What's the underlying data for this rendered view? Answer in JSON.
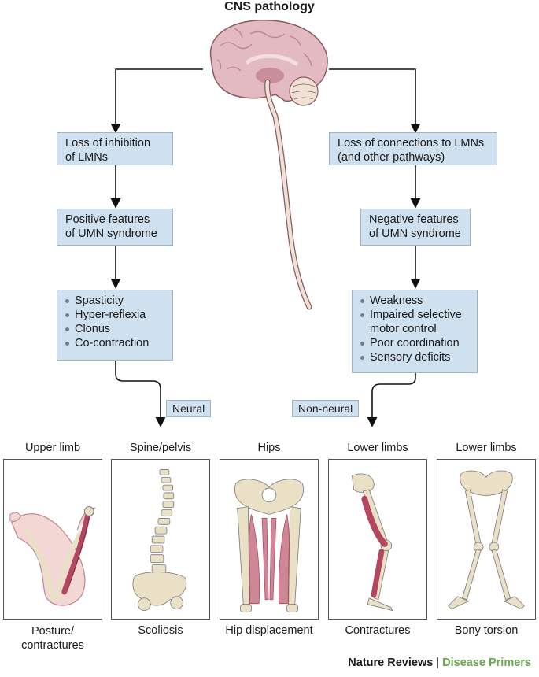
{
  "title": "CNS pathology",
  "boxes": {
    "left_1": [
      "Loss of inhibition",
      "of LMNs"
    ],
    "right_1": [
      "Loss of connections to LMNs",
      "(and other pathways)"
    ],
    "left_2": [
      "Positive features",
      "of UMN syndrome"
    ],
    "right_2": [
      "Negative features",
      "of UMN syndrome"
    ],
    "left_list": [
      "Spasticity",
      "Hyper-reflexia",
      "Clonus",
      "Co-contraction"
    ],
    "right_list": [
      "Weakness",
      "Impaired selective",
      "motor control",
      "Poor coordination",
      "Sensory deficits"
    ]
  },
  "tags": {
    "neural": "Neural",
    "non_neural": "Non-neural"
  },
  "regions": [
    {
      "top_label": "Upper limb",
      "bottom_label": [
        "Posture/",
        "contractures"
      ]
    },
    {
      "top_label": "Spine/pelvis",
      "bottom_label": [
        "Scoliosis"
      ]
    },
    {
      "top_label": "Hips",
      "bottom_label": [
        "Hip displacement"
      ]
    },
    {
      "top_label": "Lower limbs",
      "bottom_label": [
        "Contractures"
      ]
    },
    {
      "top_label": "Lower limbs",
      "bottom_label": [
        "Bony torsion"
      ]
    }
  ],
  "footer": {
    "journal": "Nature Reviews",
    "separator": "|",
    "series": "Disease Primers"
  },
  "colors": {
    "box_fill": "#cfe0ef",
    "brain": "#e3b9c2",
    "bone": "#e9e0c6",
    "muscle": "#b2475f",
    "footer_accent": "#6aa84f"
  },
  "icons": [
    "brain-icon",
    "arm-icon",
    "spine-icon",
    "hips-icon",
    "leg-icon",
    "legs-skeleton-icon"
  ]
}
